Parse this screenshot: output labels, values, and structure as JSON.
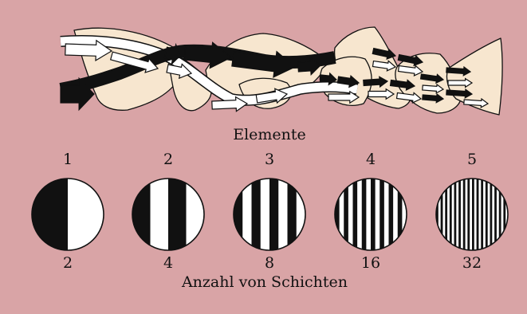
{
  "colors": {
    "background": "#d9a4a6",
    "sheet": "#f7e6cf",
    "ink": "#111111",
    "light": "#ffffff"
  },
  "mixer_caption": "Elemente",
  "layers_caption": "Anzahl von Schichten",
  "stages": [
    {
      "element": "1",
      "layers": "2",
      "stripes": 2
    },
    {
      "element": "2",
      "layers": "4",
      "stripes": 4
    },
    {
      "element": "3",
      "layers": "8",
      "stripes": 8
    },
    {
      "element": "4",
      "layers": "16",
      "stripes": 16
    },
    {
      "element": "5",
      "layers": "32",
      "stripes": 32
    }
  ]
}
